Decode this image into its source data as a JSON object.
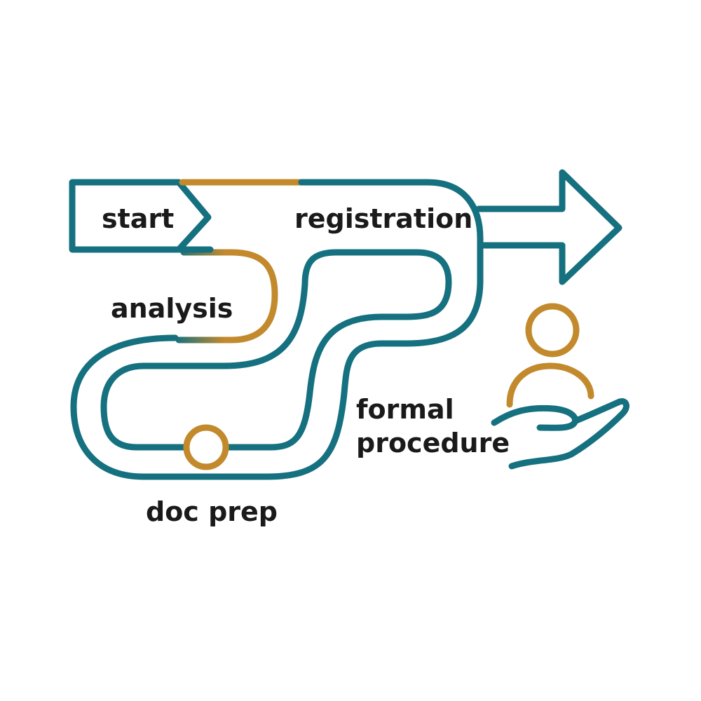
{
  "colors": {
    "teal": "#15707f",
    "gold": "#c28a2c",
    "text": "#1a1a1a",
    "background": "#ffffff"
  },
  "labels": {
    "start": "start",
    "registration": "registration",
    "analysis": "analysis",
    "formal_line1": "formal",
    "formal_line2": "procedure",
    "doc_prep": "doc prep"
  },
  "icons": {
    "arrow": "right-arrow-icon",
    "person": "person-icon",
    "hand": "open-hand-icon",
    "milestone": "milestone-circle-icon"
  }
}
